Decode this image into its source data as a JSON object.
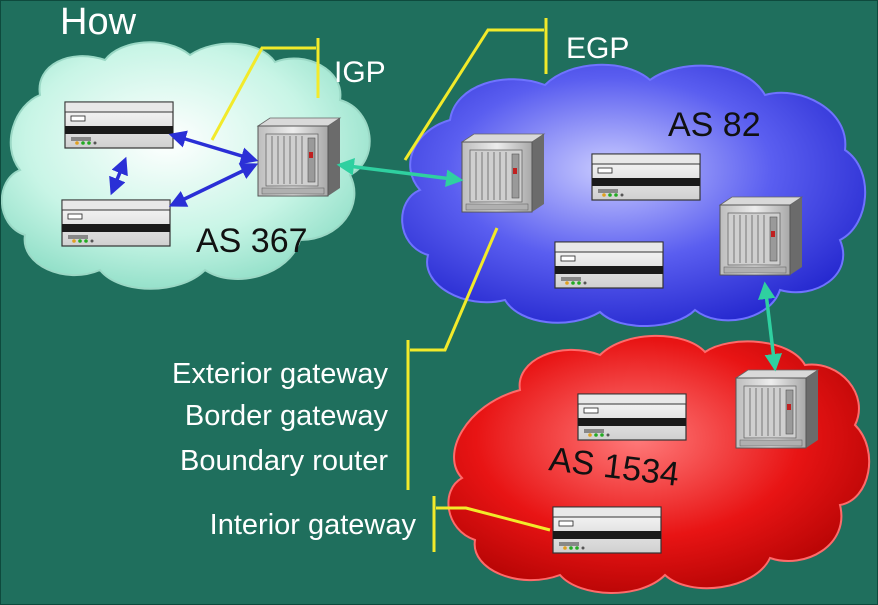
{
  "slide": {
    "title": "How",
    "background_color": "#1f6f5d"
  },
  "labels": {
    "igp": "IGP",
    "egp": "EGP",
    "exterior_gateway": "Exterior gateway",
    "border_gateway": "Border gateway",
    "boundary_router": "Boundary router",
    "interior_gateway": "Interior gateway"
  },
  "clouds": [
    {
      "name": "AS 367",
      "color": "#b8f0df"
    },
    {
      "name": "AS 82",
      "color": "#3b3fe6"
    },
    {
      "name": "AS 1534",
      "color": "#e01010"
    }
  ],
  "colors": {
    "callout_line": "#f2ea2a",
    "igp_link": "#2a2fd6",
    "egp_link": "#2fd0a0"
  },
  "icons": [
    "router-icon",
    "border-router-icon"
  ]
}
